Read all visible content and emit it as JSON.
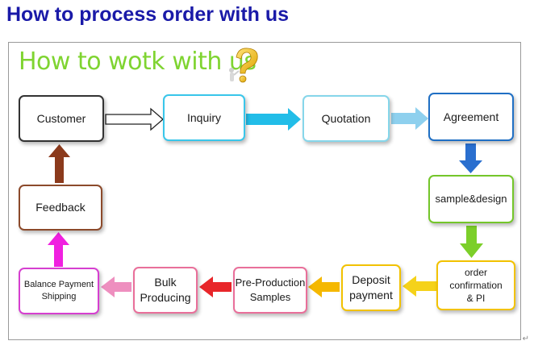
{
  "page": {
    "title": "How to process order with us"
  },
  "diagram": {
    "title": "How to wotk with us",
    "nodes": {
      "customer": {
        "label": "Customer",
        "color": "#333333"
      },
      "inquiry": {
        "label": "Inquiry",
        "color": "#39c6ea"
      },
      "quotation": {
        "label": "Quotation",
        "color": "#86d6ea"
      },
      "agreement": {
        "label": "Agreement",
        "color": "#1f6fc4"
      },
      "sample_design": {
        "label": "sample&design",
        "color": "#74c62a"
      },
      "order_confirmation": {
        "label": "order confirmation\n& PI",
        "color": "#f2c200"
      },
      "deposit": {
        "label": "Deposit\npayment",
        "color": "#f2c200"
      },
      "pre_production": {
        "label": "Pre-Production\nSamples",
        "color": "#e96f9a"
      },
      "bulk": {
        "label": "Bulk\nProducing",
        "color": "#e96f9a"
      },
      "balance": {
        "label": "Balance Payment\nShipping",
        "color": "#d63fd0"
      },
      "feedback": {
        "label": "Feedback",
        "color": "#8c4a2b"
      }
    },
    "arrow_colors": {
      "customer_to_inquiry": "#ffffff",
      "inquiry_to_quotation": "#22bde8",
      "quotation_to_agreement": "#8ed0ee",
      "agreement_to_sample": "#2a6fcf",
      "sample_to_order": "#7ccf2a",
      "order_to_deposit": "#f5d21a",
      "deposit_to_preproduction": "#f5b800",
      "preproduction_to_bulk": "#e8262a",
      "bulk_to_balance": "#ee8fbf",
      "balance_to_feedback": "#f020e0",
      "feedback_to_customer": "#8b3a1c"
    }
  }
}
